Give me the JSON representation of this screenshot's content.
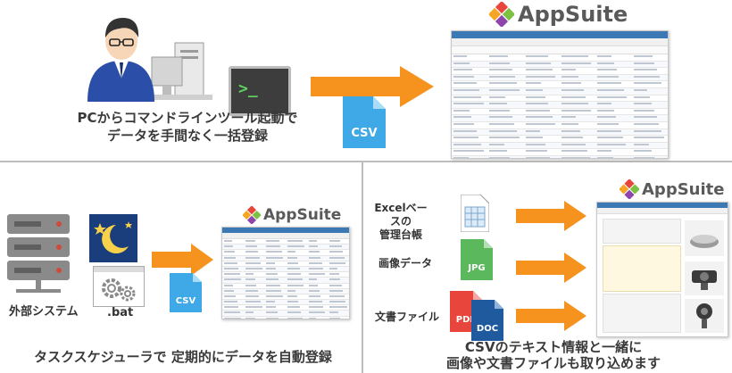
{
  "top": {
    "caption_line1": "PCからコマンドラインツール起動で",
    "caption_line2": "データを手間なく一括登録",
    "terminal_prompt": ">_",
    "csv_label": "CSV",
    "logo_text": "AppSuite"
  },
  "bottom_left": {
    "system_label": "外部システム",
    "bat_label": ".bat",
    "csv_label": "CSV",
    "logo_text": "AppSuite",
    "caption": "タスクスケジューラで 定期的にデータを自動登録"
  },
  "bottom_right": {
    "logo_text": "AppSuite",
    "excel_label_line1": "Excelベースの",
    "excel_label_line2": "管理台帳",
    "image_label": "画像データ",
    "jpg_label": "JPG",
    "doc_file_label": "文書ファイル",
    "pdf_label": "PDF",
    "doc_label": "DOC",
    "caption_line1": "CSVのテキスト情報と一緒に",
    "caption_line2": "画像や文書ファイルも取り込めます"
  },
  "colors": {
    "arrow": "#f5931e",
    "csv_blue": "#3fa9e8",
    "jpg_green": "#5cb85c",
    "pdf_red": "#e8453c",
    "doc_blue": "#1f5a9e",
    "app_header": "#3c78b4",
    "server_gray": "#8a8a8a",
    "moon_bg": "#1a3d7c"
  },
  "icons": [
    "person-at-pc-icon",
    "terminal-icon",
    "csv-file-icon",
    "server-icon",
    "night-moon-icon",
    "gear-icon",
    "spreadsheet-icon",
    "jpg-file-icon",
    "pdf-file-icon",
    "doc-file-icon",
    "appsuite-logo-icon"
  ]
}
